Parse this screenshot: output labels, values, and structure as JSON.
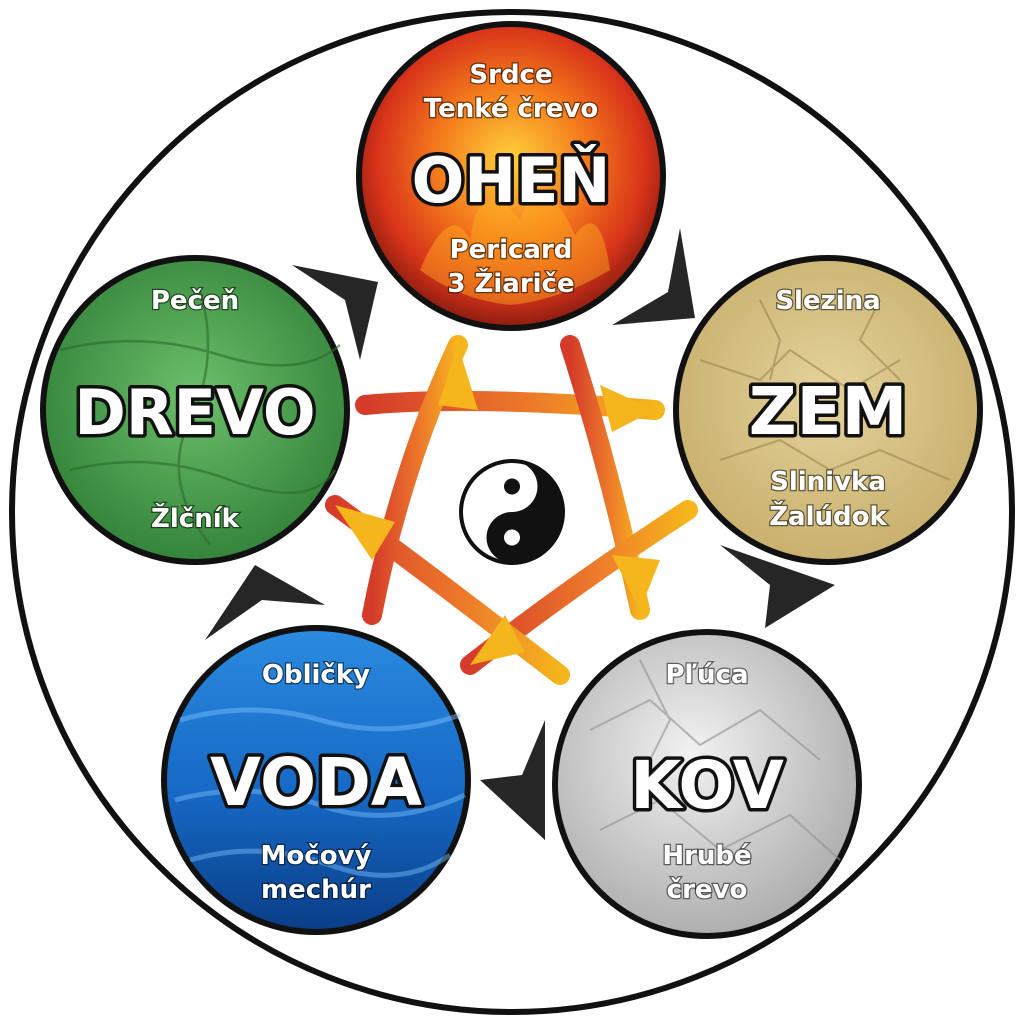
{
  "elements": {
    "fire": {
      "title": "OHEŇ",
      "top": [
        "Srdce",
        "Tenké črevo"
      ],
      "bottom": [
        "Pericard",
        "3 Žiariče"
      ]
    },
    "earth": {
      "title": "ZEM",
      "top": [
        "Slezina"
      ],
      "bottom": [
        "Slinivka",
        "Žalúdok"
      ]
    },
    "metal": {
      "title": "KOV",
      "top": [
        "Pľúca"
      ],
      "bottom": [
        "Hrubé",
        "črevo"
      ]
    },
    "water": {
      "title": "VODA",
      "top": [
        "Obličky"
      ],
      "bottom": [
        "Močový",
        "mechúr"
      ]
    },
    "wood": {
      "title": "DREVO",
      "top": [
        "Pečeň"
      ],
      "bottom": [
        "Žlčník"
      ]
    }
  },
  "colors": {
    "fire": "#e8501a",
    "earth": "#d8c48a",
    "metal": "#cfcfcf",
    "water": "#1a6fc9",
    "wood": "#4ca24f",
    "cycle_arrow": "#262626",
    "star_red": "#d9482a",
    "star_orange": "#f2a51c"
  },
  "center": {
    "icon": "yin-yang-icon"
  }
}
